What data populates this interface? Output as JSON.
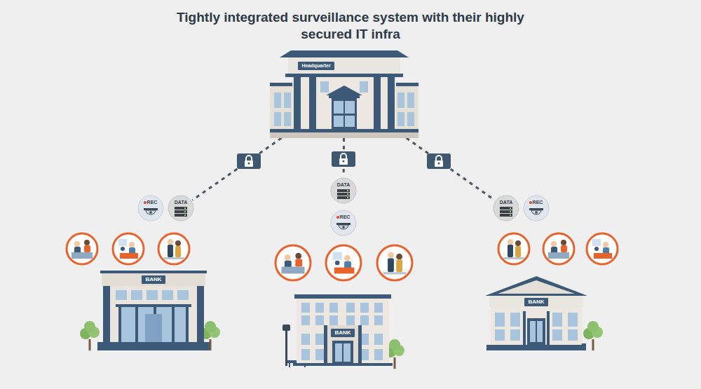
{
  "diagram": {
    "title": "Tightly integrated surveillance system with their highly secured IT infra",
    "nodes": [
      {
        "text": [
          "Headquarter"
        ]
      },
      {
        "text": [
          "REC"
        ]
      },
      {
        "text": [
          "DATA"
        ]
      },
      {
        "text": [
          "BANK"
        ]
      },
      {
        "text": [
          "DATA"
        ]
      },
      {
        "text": [
          "REC"
        ]
      },
      {
        "text": [
          "BANK"
        ]
      },
      {
        "text": [
          "DATA"
        ]
      },
      {
        "text": [
          "REC"
        ]
      },
      {
        "text": [
          "BANK"
        ]
      }
    ],
    "edges": [
      {
        "from": 0,
        "to": 2,
        "arrow": "none"
      },
      {
        "from": 0,
        "to": 4,
        "arrow": "none"
      },
      {
        "from": 0,
        "to": 7,
        "arrow": "none"
      }
    ]
  }
}
